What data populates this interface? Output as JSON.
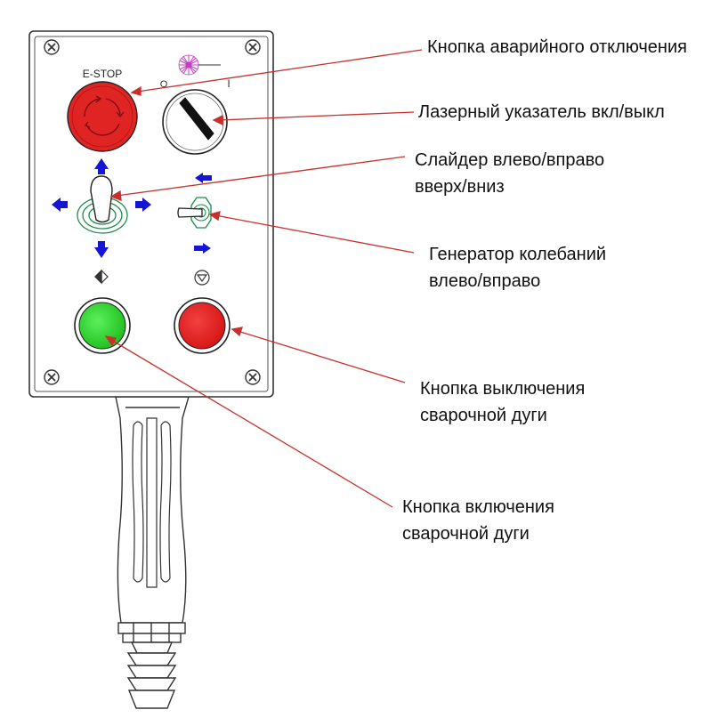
{
  "panel": {
    "estop_label": "E-STOP",
    "laser_switch_off_mark": "O",
    "laser_switch_on_mark": "I"
  },
  "icons": {
    "screws": "screw-cross-icon",
    "estop_symbol": "rotate-release-icon",
    "laser_symbol": "laser-starburst-icon",
    "joystick_arrows": [
      "arrow-up-icon",
      "arrow-down-icon",
      "arrow-left-icon",
      "arrow-right-icon"
    ],
    "oscillator_arrows": [
      "arrow-left-icon",
      "arrow-right-icon"
    ],
    "start_symbol": "start-diamond-icon",
    "stop_symbol": "stop-octagon-icon"
  },
  "colors": {
    "estop_red": "#e02424",
    "stop_red": "#e22020",
    "start_green": "#2ed12e",
    "arrow_blue": "#1515d6",
    "toggle_green": "#1a8a4a",
    "laser_purple": "#c040c0",
    "callout_line": "#c8302c"
  },
  "callouts": {
    "estop": [
      "Кнопка аварийного отключения"
    ],
    "laser": [
      "Лазерный указатель вкл/выкл"
    ],
    "joystick": [
      "Слайдер влево/вправо",
      "вверх/вниз"
    ],
    "oscillator": [
      "Генератор колебаний",
      "влево/вправо"
    ],
    "arc_off": [
      "Кнопка выключения",
      "сварочной дуги"
    ],
    "arc_on": [
      "Кнопка включения",
      "сварочной дуги"
    ]
  }
}
